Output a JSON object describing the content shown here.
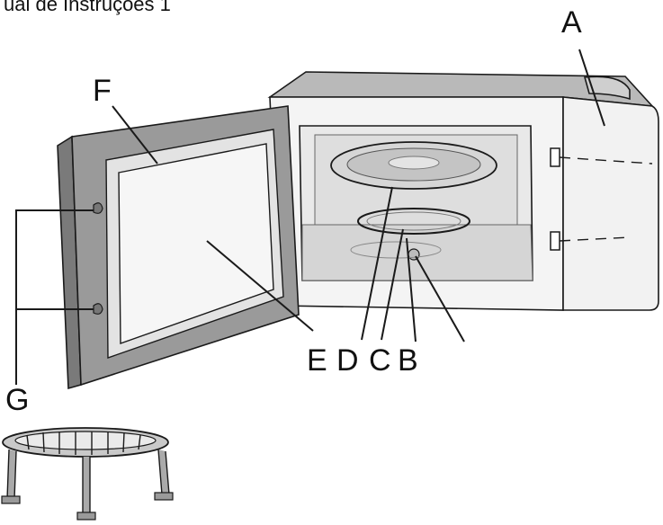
{
  "header_text": "ual de Instruções 1",
  "labels": {
    "A": "A",
    "B": "B",
    "C": "C",
    "D": "D",
    "E": "E",
    "F": "F",
    "G": "G"
  },
  "colors": {
    "ink": "#1a1a1a",
    "body": "#f4f4f4",
    "top_panel": "#b9b9b9",
    "door_frame": "#909090",
    "cavity": "#e9e9e9",
    "floor": "#d9d9d9",
    "plate": "#cfcfcf"
  }
}
